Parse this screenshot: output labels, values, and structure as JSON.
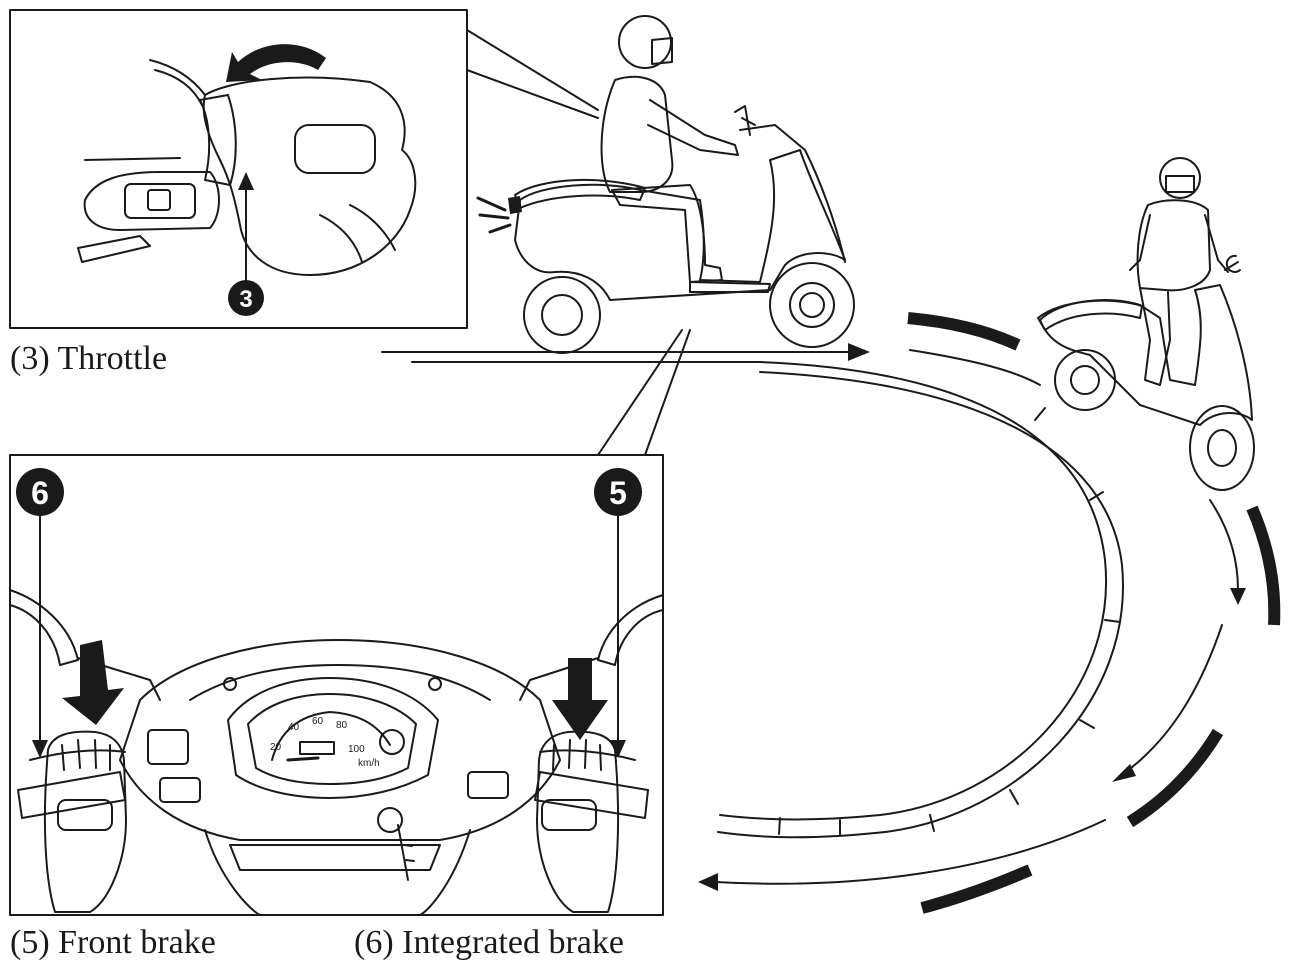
{
  "captions": {
    "throttle": "(3) Throttle",
    "front_brake": "(5) Front brake",
    "integrated_brake": "(6) Integrated brake"
  },
  "callouts": {
    "throttle": "3",
    "front_brake": "5",
    "integrated_brake": "6"
  },
  "speedometer": {
    "ticks": [
      "20",
      "40",
      "60",
      "80",
      "100"
    ],
    "unit": "km/h"
  },
  "colors": {
    "line": "#1a1a1a",
    "badge": "#1a1a1a",
    "background": "#ffffff"
  },
  "icons": [
    "throttle-rotate-arrow-icon",
    "brake-lever-press-arrow-icon",
    "path-direction-arrow-icon"
  ]
}
